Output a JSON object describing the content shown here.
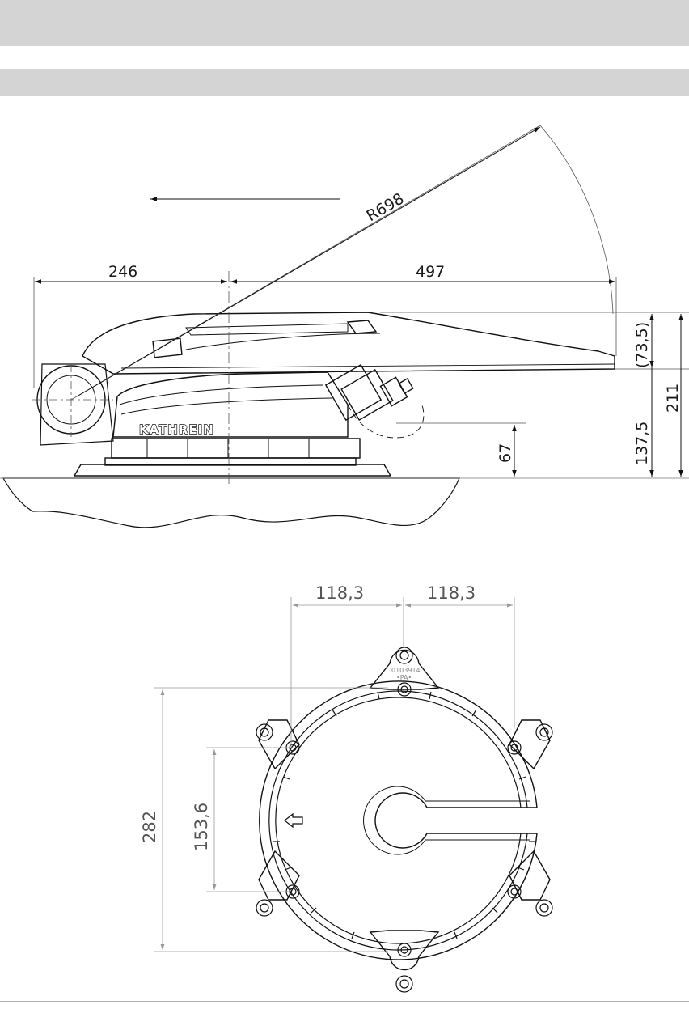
{
  "header": {
    "top_bar": "",
    "sub_bar": ""
  },
  "side_view": {
    "brand": "KATHREIN",
    "dims": {
      "radius": "R698",
      "left_width": "246",
      "right_width": "497",
      "height_top": "(73,5)",
      "height_total": "211",
      "height_body": "137,5",
      "height_low": "67"
    }
  },
  "top_view": {
    "label": "0103914",
    "label2": "•PA•",
    "dims": {
      "half_left": "118,3",
      "half_right": "118,3",
      "total": "282",
      "inner": "153,6"
    }
  }
}
